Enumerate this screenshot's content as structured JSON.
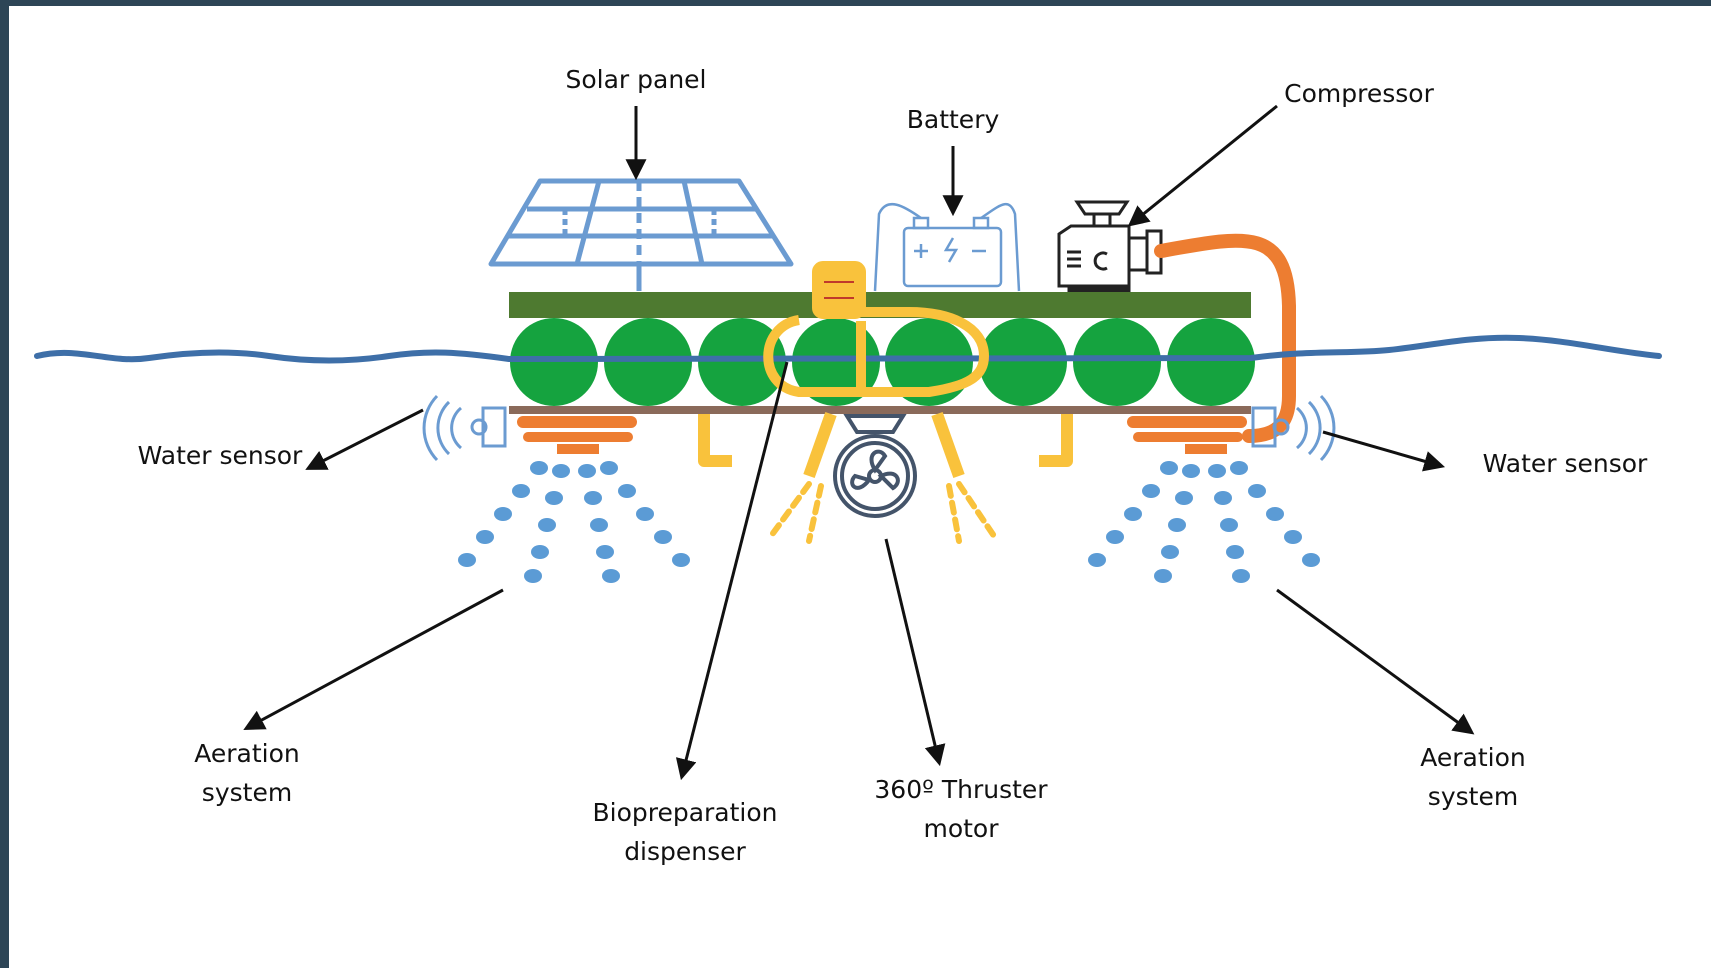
{
  "labels": {
    "solar_panel": "Solar panel",
    "battery": "Battery",
    "compressor": "Compressor",
    "water_sensor_left": "Water sensor",
    "water_sensor_right": "Water sensor",
    "aeration_left_line1": "Aeration",
    "aeration_left_line2": "system",
    "aeration_right_line1": "Aeration",
    "aeration_right_line2": "system",
    "biopreparation_line1": "Biopreparation",
    "biopreparation_line2": "dispenser",
    "thruster_line1": "360º Thruster",
    "thruster_line2": "motor"
  },
  "colors": {
    "frame": "#2d4556",
    "water": "#3e6fa8",
    "deck": "#4e7a30",
    "float": "#15a33f",
    "solar": "#6b9bd1",
    "dispenser": "#f9c23c",
    "orange": "#ed7d31",
    "bubbles": "#5b9bd5",
    "thruster": "#44546a"
  }
}
